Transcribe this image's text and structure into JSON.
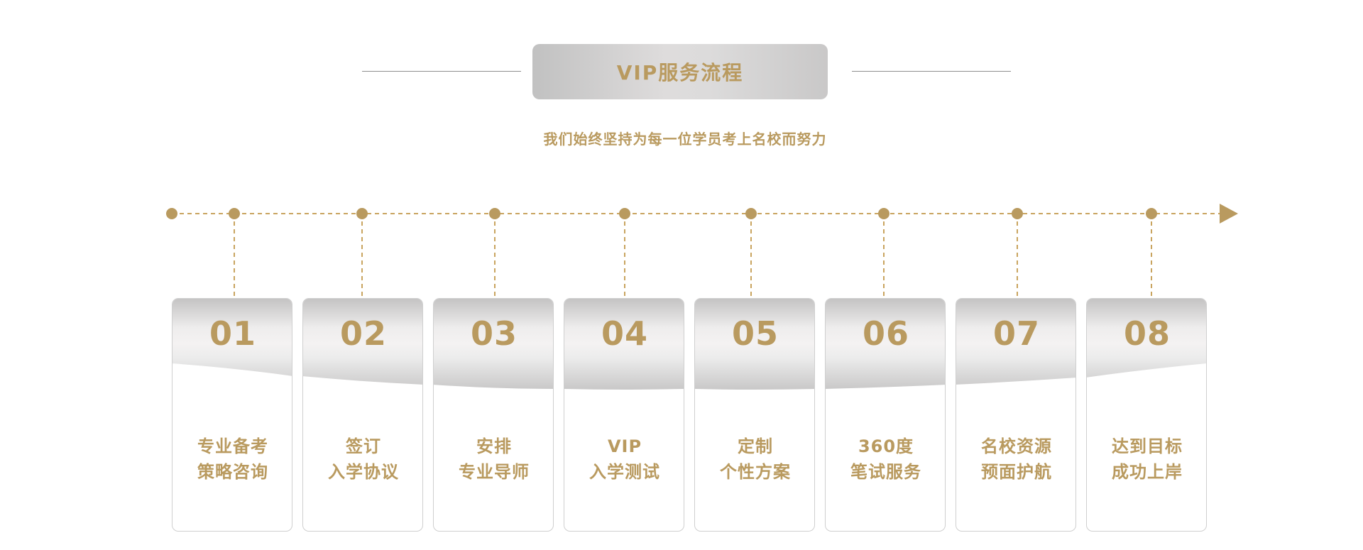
{
  "header": {
    "title": "VIP服务流程",
    "subtitle": "我们始终坚持为每一位学员考上名校而努力"
  },
  "colors": {
    "gold": "#b99a5f",
    "line_gray": "#8e8e8e",
    "card_border": "#cfcfcf"
  },
  "steps": [
    {
      "num": "01",
      "line1": "专业备考",
      "line2": "策略咨询"
    },
    {
      "num": "02",
      "line1": "签订",
      "line2": "入学协议"
    },
    {
      "num": "03",
      "line1": "安排",
      "line2": "专业导师"
    },
    {
      "num": "04",
      "line1": "VIP",
      "line2": "入学测试"
    },
    {
      "num": "05",
      "line1": "定制",
      "line2": "个性方案"
    },
    {
      "num": "06",
      "line1": "360度",
      "line2": "笔试服务"
    },
    {
      "num": "07",
      "line1": "名校资源",
      "line2": "预面护航"
    },
    {
      "num": "08",
      "line1": "达到目标",
      "line2": "成功上岸"
    }
  ]
}
